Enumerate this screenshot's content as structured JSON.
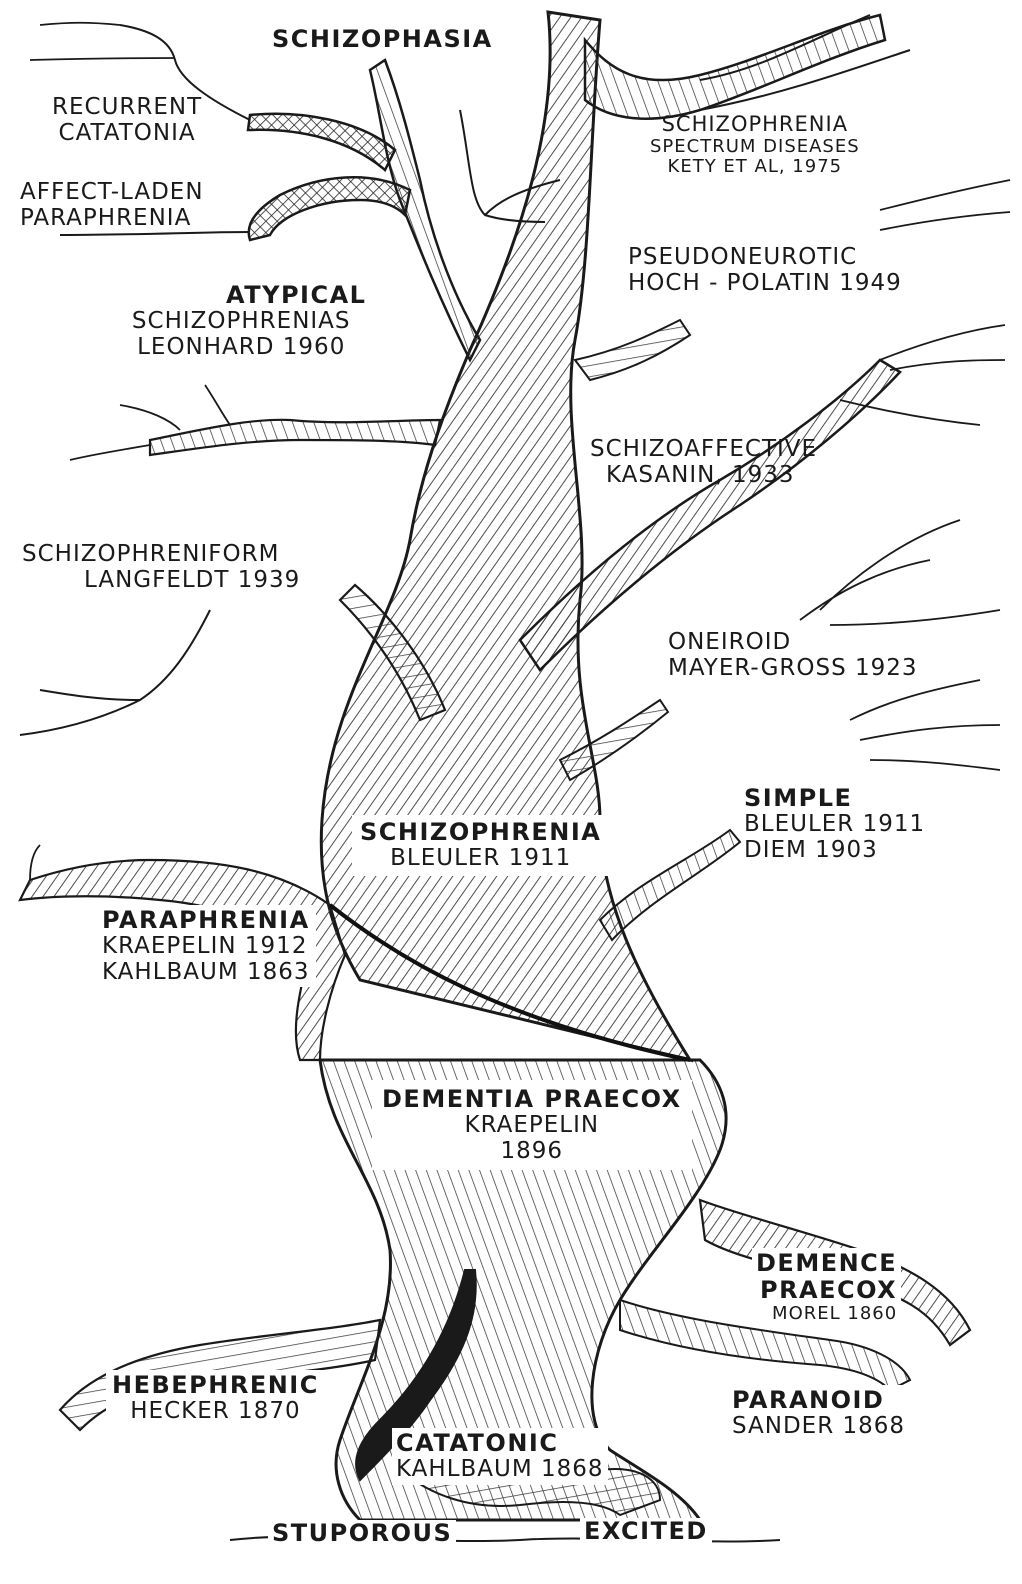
{
  "colors": {
    "ink": "#1a1a1a",
    "paper": "#ffffff",
    "hatch": "#3a3a3a"
  },
  "labels": {
    "schizophasia": "SCHIZOPHASIA",
    "recurrent_catatonia": [
      "RECURRENT",
      "CATATONIA"
    ],
    "affect_laden_paraphrenia": [
      "AFFECT-LADEN",
      "PARAPHRENIA"
    ],
    "spectrum": [
      "SCHIZOPHRENIA",
      "SPECTRUM DISEASES",
      "KETY ET AL, 1975"
    ],
    "pseudoneurotic": [
      "PSEUDONEUROTIC",
      "HOCH - POLATIN 1949"
    ],
    "atypical": [
      "ATYPICAL",
      "SCHIZOPHRENIAS",
      "LEONHARD 1960"
    ],
    "schizoaffective": [
      "SCHIZOAFFECTIVE",
      "KASANIN, 1933"
    ],
    "schizophreniform": [
      "SCHIZOPHRENIFORM",
      "LANGFELDT 1939"
    ],
    "oneiroid": [
      "ONEIROID",
      "MAYER-GROSS 1923"
    ],
    "simple": [
      "SIMPLE",
      "BLEULER 1911",
      "DIEM 1903"
    ],
    "schizophrenia": [
      "SCHIZOPHRENIA",
      "BLEULER 1911"
    ],
    "paraphrenia": [
      "PARAPHRENIA",
      "KRAEPELIN 1912",
      "KAHLBAUM 1863"
    ],
    "dementia_praecox": [
      "DEMENTIA PRAECOX",
      "KRAEPELIN",
      "1896"
    ],
    "demence_praecox": [
      "DEMENCE",
      "PRAECOX",
      "MOREL 1860"
    ],
    "hebephrenic": [
      "HEBEPHRENIC",
      "HECKER 1870"
    ],
    "paranoid": [
      "PARANOID",
      "SANDER 1868"
    ],
    "catatonic": [
      "CATATONIC",
      "KAHLBAUM 1868"
    ],
    "stuporous": "STUPOROUS",
    "excited": "EXCITED"
  }
}
